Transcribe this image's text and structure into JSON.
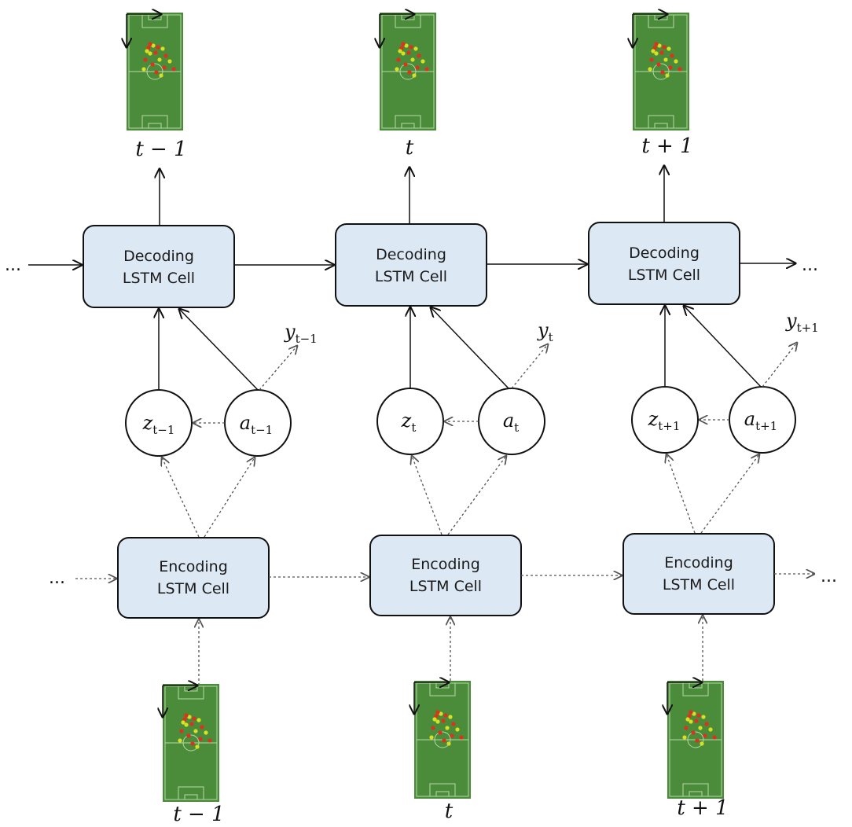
{
  "time_labels": {
    "prev": "t − 1",
    "curr": "t",
    "next": "t + 1"
  },
  "decoder": {
    "line1": "Decoding",
    "line2": "LSTM Cell"
  },
  "encoder": {
    "line1": "Encoding",
    "line2": "LSTM Cell"
  },
  "ellipsis": "...",
  "nodes": {
    "z_base": "z",
    "a_base": "a",
    "y_base": "y",
    "sub_prev": "t−1",
    "sub_curr": "t",
    "sub_next": "t+1"
  },
  "colors": {
    "cell_fill": "#dde8f5",
    "pitch_green": "#4a8c3a",
    "player_red": "#e0301e",
    "player_yellow": "#d8e020"
  }
}
